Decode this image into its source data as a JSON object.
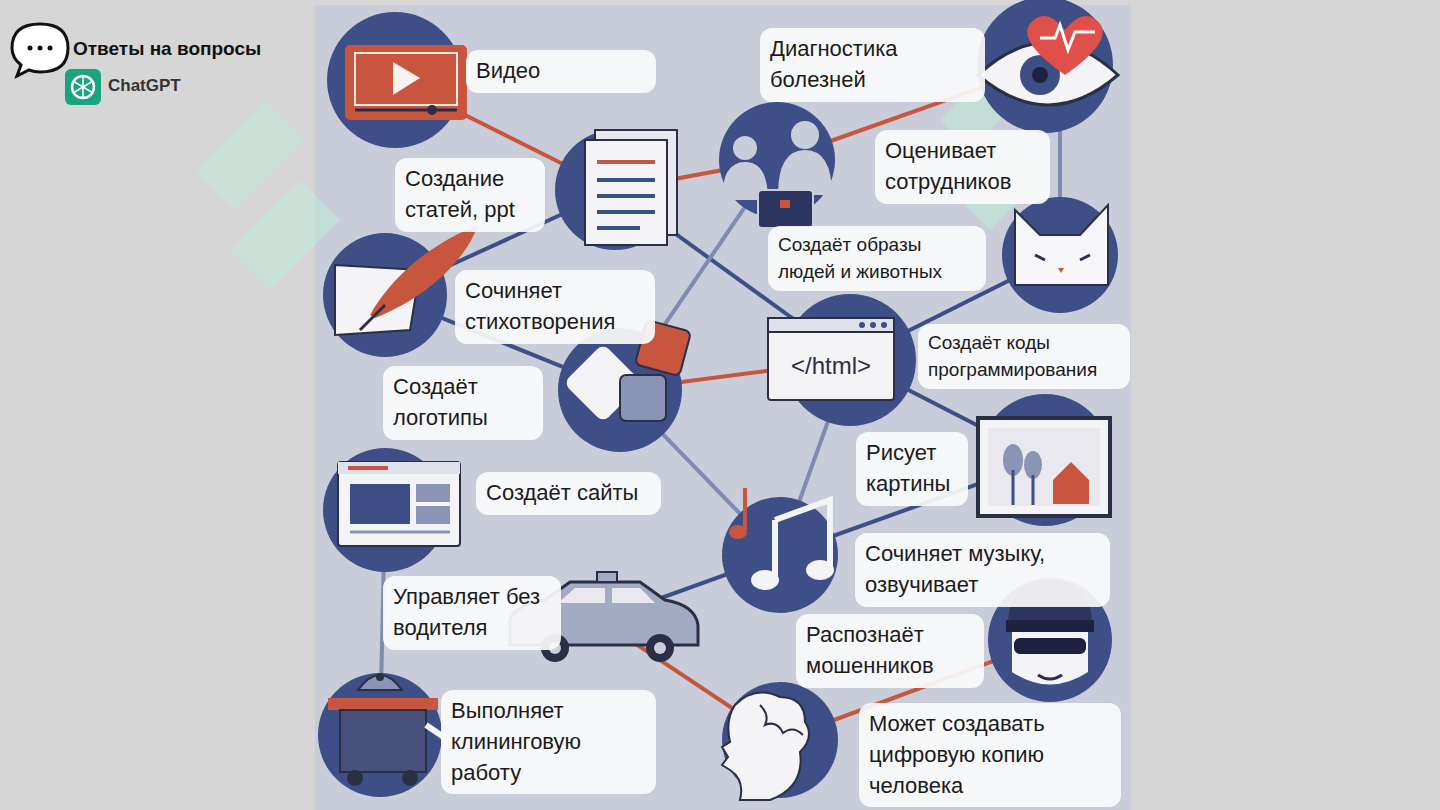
{
  "diagram": {
    "nodes": [
      {
        "text": [
          "Видео"
        ]
      },
      {
        "text": [
          "Диагностика болезней"
        ]
      },
      {
        "text": [
          "Создание статей, ppt"
        ]
      },
      {
        "text": [
          "Оценивает сотрудников"
        ]
      },
      {
        "text": [
          "Создаёт образы людей и животных"
        ]
      },
      {
        "text": [
          "Сочиняет стихотворения"
        ]
      },
      {
        "text": [
          "Создаёт коды программирования"
        ]
      },
      {
        "text": [
          "Создаёт логотипы"
        ]
      },
      {
        "text": [
          "Рисует картины"
        ]
      },
      {
        "text": [
          "Создаёт сайты"
        ]
      },
      {
        "text": [
          "Сочиняет музыку, озвучивает"
        ]
      },
      {
        "text": [
          "Управляет без водителя"
        ]
      },
      {
        "text": [
          "Распознаёт мошенников"
        ]
      },
      {
        "text": [
          "Выполняет клининговую работу"
        ]
      },
      {
        "text": [
          "Может создавать цифровую копию человека"
        ]
      }
    ],
    "labels": [
      "Ответы на вопросы",
      "ChatGPT",
      "</html>"
    ]
  }
}
